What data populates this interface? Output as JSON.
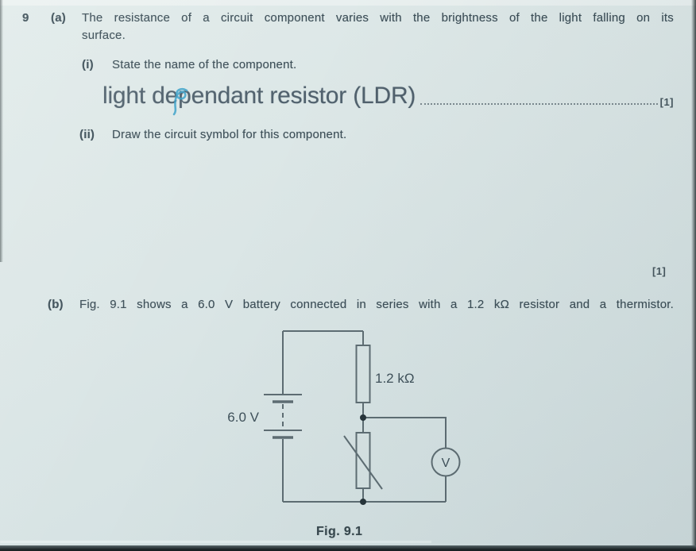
{
  "page": {
    "question_number": "9",
    "part_a": {
      "label": "(a)",
      "line1": "The resistance of a circuit component varies with the brightness of the light falling on its",
      "line2": "surface.",
      "i": {
        "label": "(i)",
        "prompt": "State the name of the component.",
        "answer": "light dependant resistor (LDR)",
        "marks": "[1]"
      },
      "ii": {
        "label": "(ii)",
        "prompt": "Draw the circuit symbol for this component.",
        "marks": "[1]"
      }
    },
    "part_b": {
      "label": "(b)",
      "text": "Fig. 9.1 shows a 6.0 V battery connected in series with a 1.2 kΩ resistor and a thermistor."
    },
    "figure": {
      "caption": "Fig. 9.1",
      "battery_label": "6.0 V",
      "resistor_label": "1.2 kΩ",
      "voltmeter_label": "V"
    },
    "colors": {
      "paper": "#d9e5e4",
      "ink": "#3d4f58",
      "circuit_line": "#5e6d73",
      "pen_mark_blue": "#3aa0c8"
    }
  }
}
